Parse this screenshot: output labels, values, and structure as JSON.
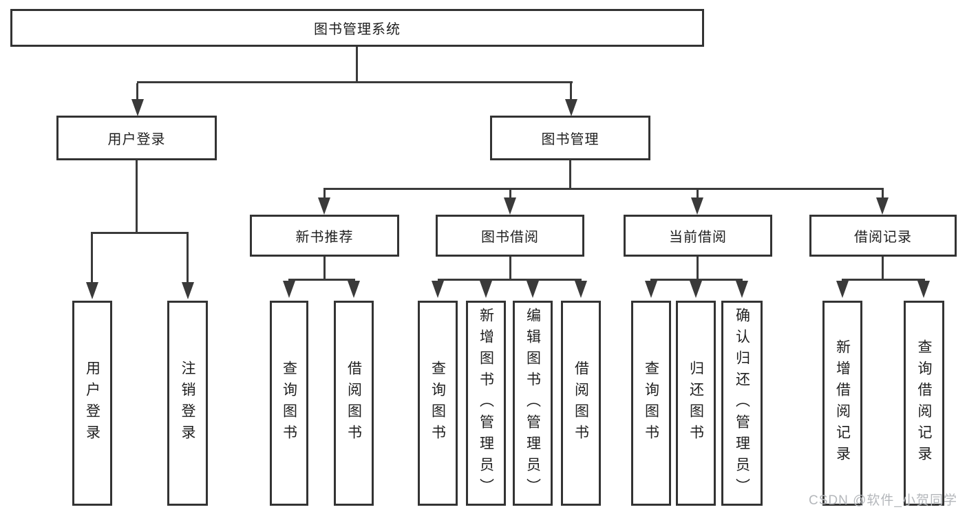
{
  "diagram_type": "functional-structure-tree",
  "tree": {
    "root": "图书管理系统",
    "children": [
      {
        "label": "用户登录",
        "children": [
          {
            "label": "用户登录"
          },
          {
            "label": "注销登录"
          }
        ]
      },
      {
        "label": "图书管理",
        "children": [
          {
            "label": "新书推荐",
            "children": [
              {
                "label": "查询图书"
              },
              {
                "label": "借阅图书"
              }
            ]
          },
          {
            "label": "图书借阅",
            "children": [
              {
                "label": "查询图书"
              },
              {
                "label": "新增图书（管理员）"
              },
              {
                "label": "编辑图书（管理员）"
              },
              {
                "label": "借阅图书"
              }
            ]
          },
          {
            "label": "当前借阅",
            "children": [
              {
                "label": "查询图书"
              },
              {
                "label": "归还图书"
              },
              {
                "label": "确认归还（管理员）"
              }
            ]
          },
          {
            "label": "借阅记录",
            "children": [
              {
                "label": "新增借阅记录"
              },
              {
                "label": "查询借阅记录"
              }
            ]
          }
        ]
      }
    ]
  },
  "watermark": "CSDN @软件_小贺同学",
  "colors": {
    "line": "#3a3a3a",
    "box_border": "#333333",
    "box_fill": "#ffffff",
    "text": "#1f1f1f",
    "watermark": "#b4b7bb",
    "background": "#ffffff"
  }
}
